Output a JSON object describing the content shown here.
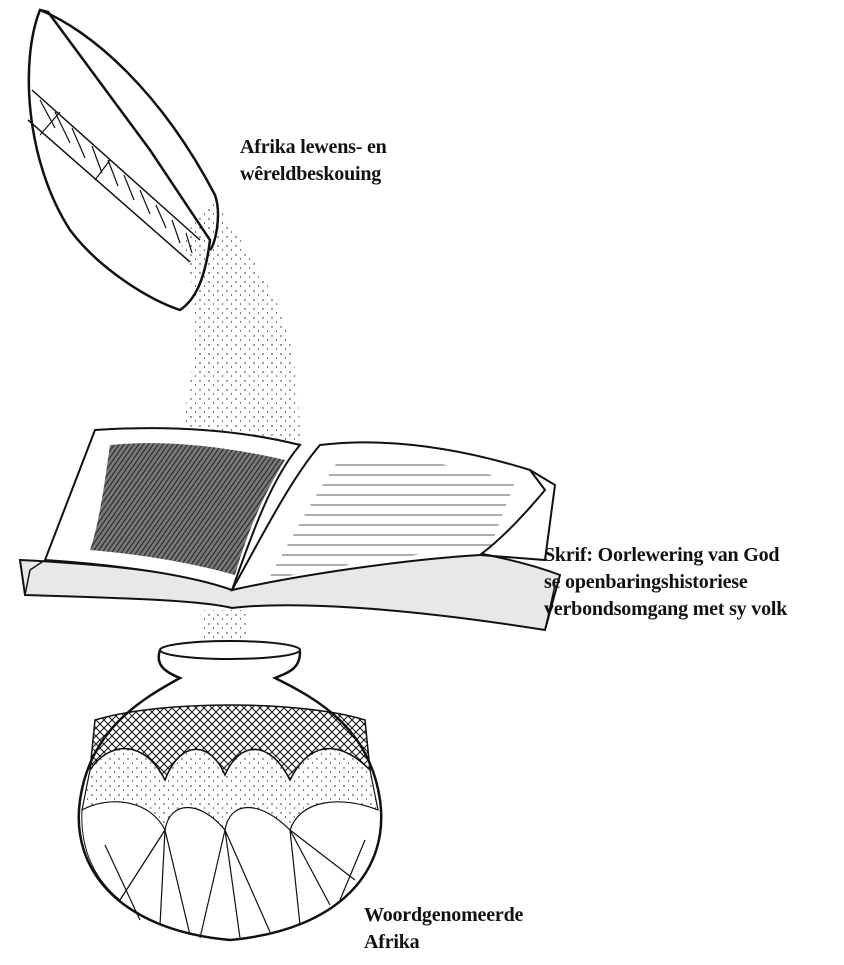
{
  "labels": {
    "afrika_worldview": [
      "Afrika lewens- en",
      "wêreldbeskouing"
    ],
    "skrif": [
      "Skrif: Oorlewering van God",
      "se openbaringshistoriese",
      "verbondsomgang met sy volk"
    ],
    "woordgenomeerde": [
      "Woordgenomeerde",
      "Afrika"
    ]
  },
  "colors": {
    "ink": "#111111",
    "paper": "#ffffff",
    "page_shade": "#555555"
  }
}
